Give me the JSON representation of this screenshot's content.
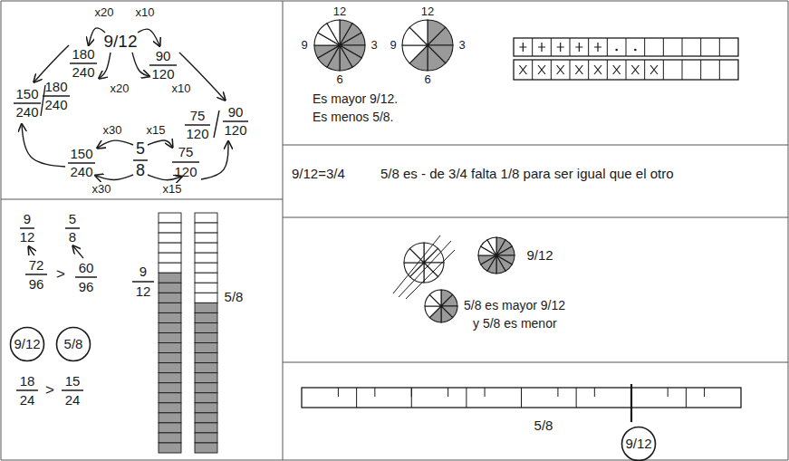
{
  "diagram": {
    "nodes": [
      {
        "text": [
          "9/12"
        ]
      },
      {
        "text": [
          "5/8"
        ]
      },
      {
        "text": [
          "9/12"
        ]
      }
    ],
    "labels": [
      "x20",
      "x10",
      "180",
      "240",
      "9/12",
      "90",
      "120",
      "x20",
      "x10",
      "150",
      "240",
      "180",
      "240",
      "75",
      "120",
      "90",
      "120",
      "x30",
      "x15",
      "150",
      "240",
      "5",
      "8",
      "75",
      "120",
      "x30",
      "x15",
      "12",
      "9",
      "3",
      "6",
      "12",
      "9",
      "3",
      "6",
      "Es mayor 9/12.",
      "Es menos 5/8.",
      "9/12=3/4",
      "5/8 es - de 3/4 falta 1/8 para ser igual que el otro",
      "9/12",
      "5/8 es mayor 9/12",
      "y 5/8 es menor",
      "5/8",
      "9",
      "12",
      "5",
      "8",
      "72",
      "96",
      ">",
      "60",
      "96",
      "18",
      "24",
      ">",
      "15",
      "24",
      "9",
      "12",
      "5/8"
    ]
  }
}
